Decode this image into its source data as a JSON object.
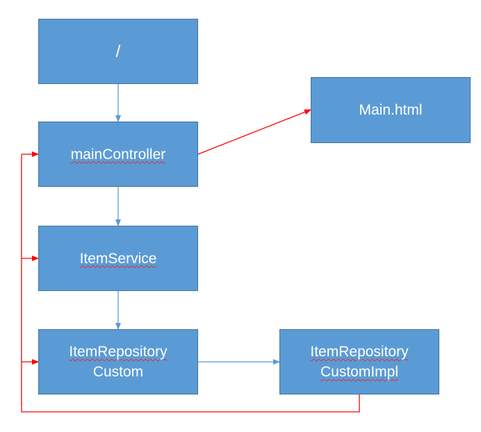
{
  "nodes": {
    "root": {
      "line1": "/"
    },
    "main_html": {
      "line1": "Main.html"
    },
    "main_controller": {
      "line1": "mainController"
    },
    "item_service": {
      "line1": "ItemService"
    },
    "item_repository_custom": {
      "line1": "ItemRepository",
      "line2": "Custom"
    },
    "item_repository_custom_impl": {
      "line1": "ItemRepository",
      "line2": "CustomImpl"
    }
  },
  "colors": {
    "box_fill": "#5b9bd5",
    "box_border": "#41719c",
    "box_text": "#ffffff",
    "flow_arrow": "#5b9bd5",
    "return_arrow": "#ff0000",
    "spellcheck_underline": "#e03030"
  }
}
